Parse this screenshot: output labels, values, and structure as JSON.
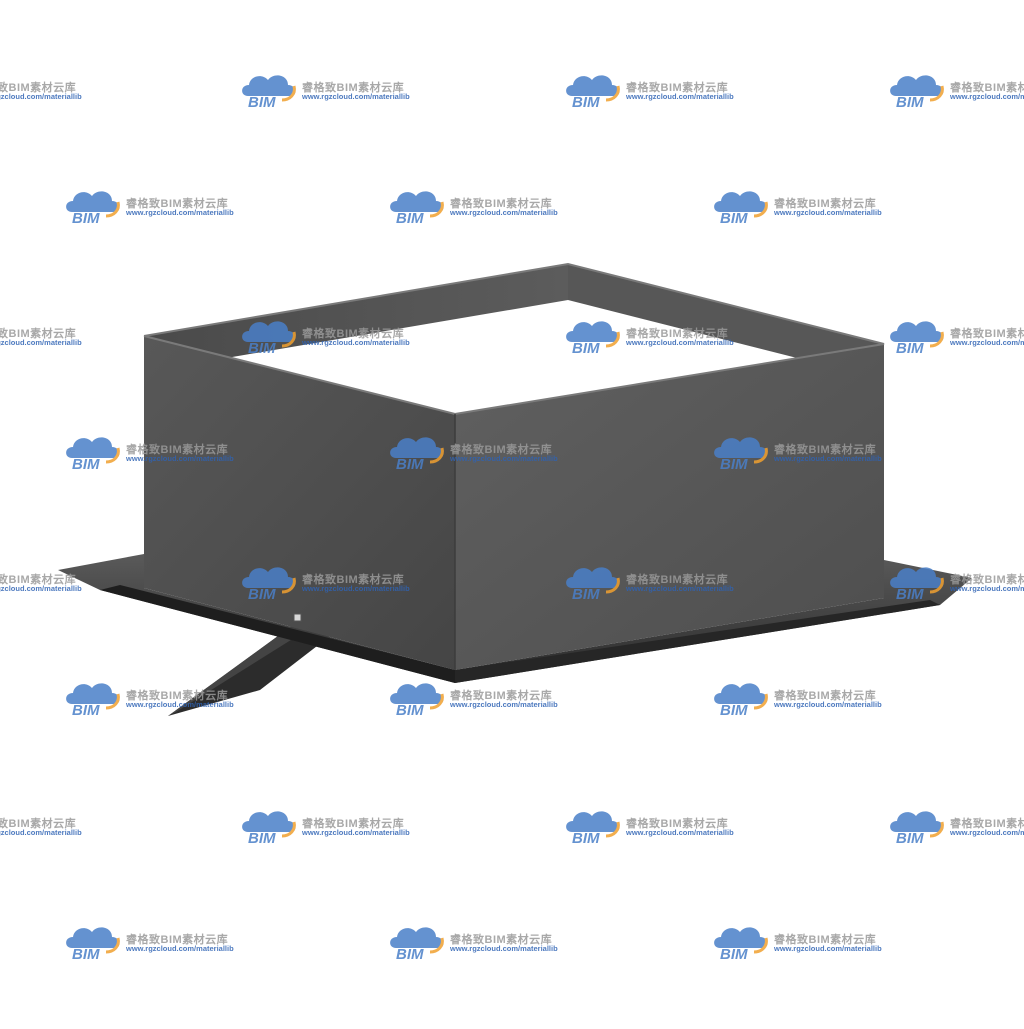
{
  "watermark": {
    "logo_text": "BIM",
    "name": "睿格致BIM素材云库",
    "url": "www.rgzcloud.com/materiallib",
    "logo_color": "#4a7fc8",
    "accent_color": "#f0a030"
  },
  "model": {
    "subject": "sheet-metal-roof-curb",
    "face_colors": {
      "front_wall": "#4d4d4d",
      "side_wall": "#5a5a5a",
      "inner_wall": "#555555",
      "flange": "#3a3a3a",
      "flange_edge": "#1e1e1e",
      "bracket": "#2e2e2e"
    }
  }
}
